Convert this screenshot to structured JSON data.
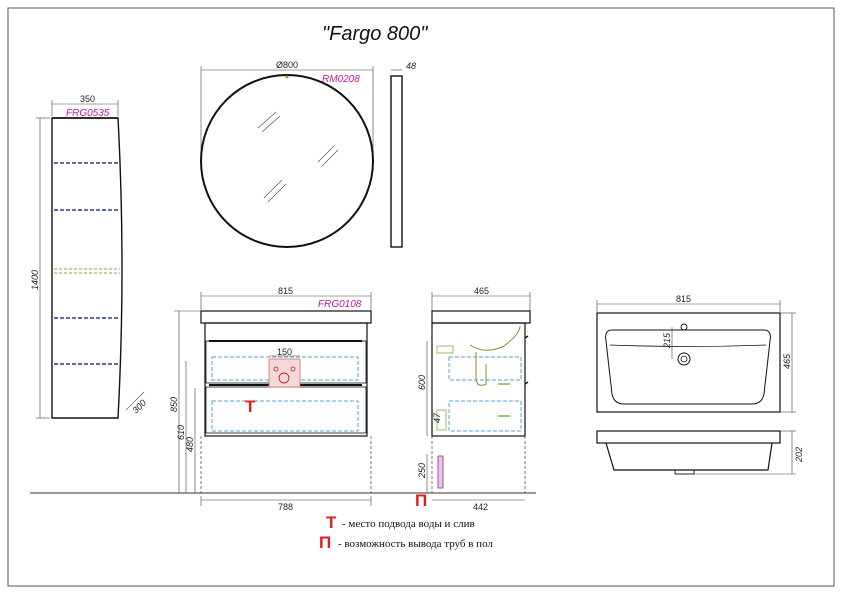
{
  "title": "\"Fargo 800\"",
  "mirror": {
    "model": "RM0208",
    "diameter": "Ø800",
    "depth": "48"
  },
  "cabinet": {
    "model": "FRG0535",
    "width": "350",
    "height": "1400",
    "depth": "300"
  },
  "vanity": {
    "model": "FRG0108",
    "width": "815",
    "bottom_width": "788",
    "height": "850",
    "h610": "610",
    "h480": "480",
    "w150": "150"
  },
  "side": {
    "depth": "465",
    "bottom": "442",
    "h600": "600",
    "h250": "250",
    "h47": "47"
  },
  "sink": {
    "width": "815",
    "depth": "465",
    "offset": "215",
    "height": "202"
  },
  "legend": {
    "t_mark": "Т",
    "t_text": "- место подвода воды и слив",
    "p_mark": "П",
    "p_text": "- возможность вывода труб в пол"
  },
  "colors": {
    "accent_red": "#e0201b",
    "model_magenta": "#c2189a",
    "shelf_blue": "#2b3a8f",
    "dash_blue": "#5aa0d6"
  }
}
